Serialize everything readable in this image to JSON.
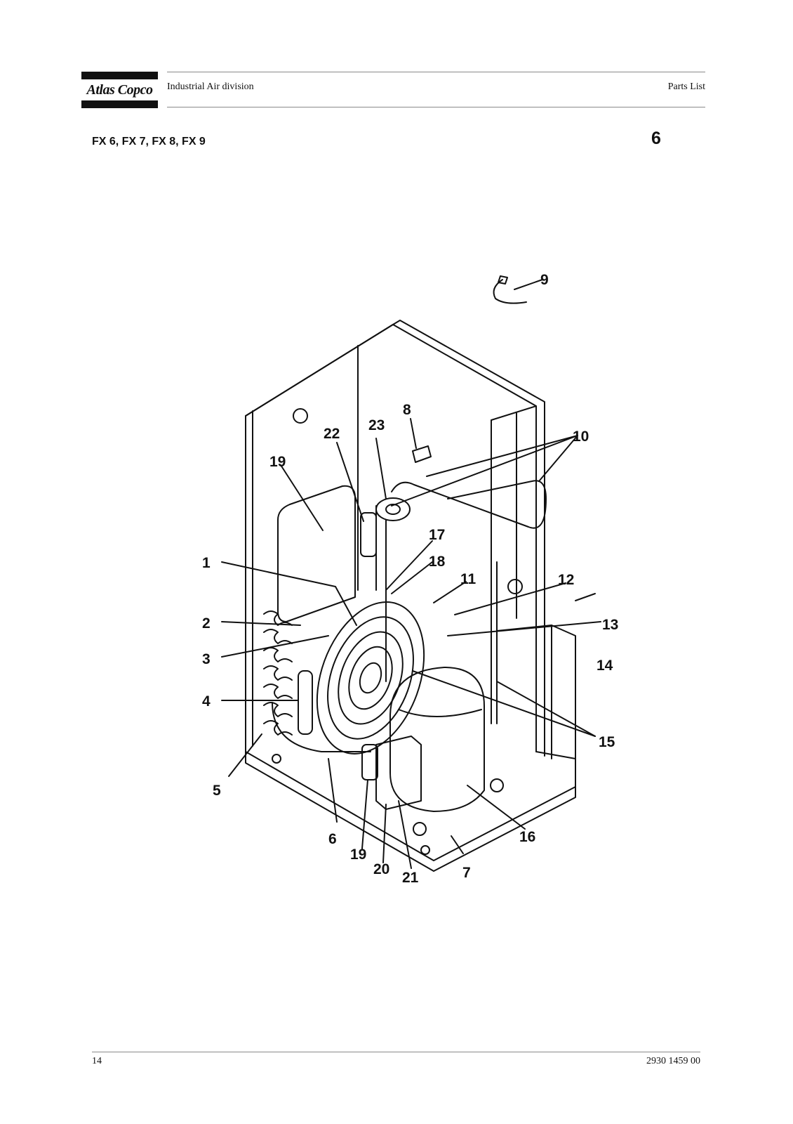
{
  "header": {
    "logo_text": "Atlas Copco",
    "division": "Industrial Air division",
    "document_type": "Parts List"
  },
  "title": {
    "models": "FX 6, FX 7, FX 8, FX 9",
    "section_number": "6"
  },
  "figure": {
    "callouts": [
      "1",
      "2",
      "3",
      "4",
      "5",
      "6",
      "7",
      "8",
      "9",
      "10",
      "11",
      "12",
      "13",
      "14",
      "15",
      "16",
      "17",
      "18",
      "19",
      "19",
      "20",
      "21",
      "22",
      "23"
    ]
  },
  "footer": {
    "page_number": "14",
    "document_number": "2930 1459 00"
  }
}
